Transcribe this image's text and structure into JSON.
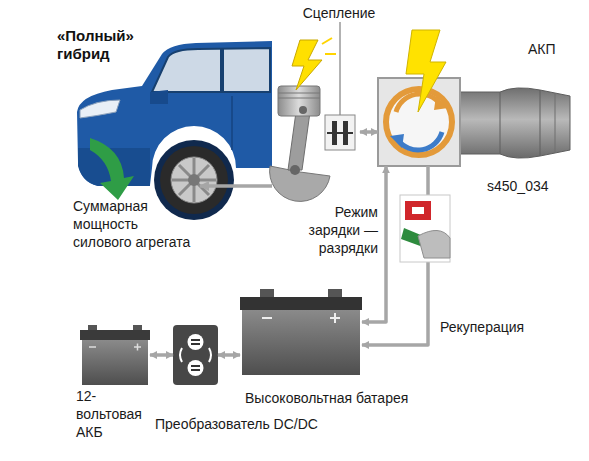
{
  "diagram": {
    "title": "«Полный» гибрид",
    "nodes": [
      {
        "text": [
          "Сцепление"
        ]
      },
      {
        "text": [
          "АКП"
        ]
      },
      {
        "text": [
          "12-вольтовая АКБ"
        ]
      },
      {
        "text": [
          "Преобразователь DC/DC"
        ]
      },
      {
        "text": [
          "Высоковольтная батарея"
        ]
      }
    ],
    "edges": [
      {
        "from": 0,
        "to": 1,
        "arrow": "both"
      },
      {
        "from": 4,
        "to": 1,
        "label": "Режим зарядки — разрядки",
        "arrow": "both"
      },
      {
        "from": 1,
        "to": 4,
        "label": "Рекуперация",
        "arrow": "to"
      },
      {
        "from": 2,
        "to": 3,
        "arrow": "both"
      },
      {
        "from": 3,
        "to": 4,
        "arrow": "both"
      }
    ],
    "labels": [
      "Суммарная мощность силового агрегата",
      "s450_034"
    ]
  }
}
